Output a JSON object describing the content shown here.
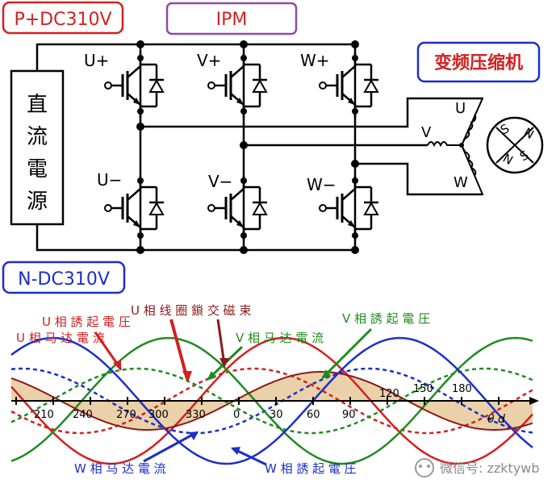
{
  "labels": {
    "p_bus": "P+DC310V",
    "n_bus": "N-DC310V",
    "ipm": "IPM",
    "compressor": "变频压缩机",
    "dc_source": [
      "直",
      "流",
      "電",
      "源"
    ]
  },
  "switches": {
    "u_high": "U+",
    "v_high": "V+",
    "w_high": "W+",
    "u_low": "U−",
    "v_low": "V−",
    "w_low": "W−"
  },
  "motor": {
    "phase_u": "U",
    "phase_v": "V",
    "phase_w": "W",
    "poles": [
      "S",
      "N",
      "N",
      "S"
    ]
  },
  "waveform": {
    "legend": {
      "u_induced_voltage": "U 相 誘 起 電 圧",
      "u_flux": "U 相 线 圈 鎖 交 磁 束",
      "u_motor_current": "U 相 马 达 電 流",
      "v_motor_current": "V 相 马 达 電 流",
      "v_induced_voltage": "V 相 誘 起 電 圧",
      "w_motor_current": "W 相 马 达 電 流",
      "w_induced_voltage": "W 相 誘 起 電 圧"
    },
    "ticks": [
      "210",
      "240",
      "270",
      "300",
      "330",
      "0",
      "30",
      "60",
      "90",
      "120",
      "150",
      "180"
    ],
    "axis_label": "θ  d",
    "colors": {
      "u_phase": "#d42020",
      "v_phase": "#1e8c1e",
      "w_phase": "#1c2fc8",
      "flux": "#8b1a1a",
      "fill": "#e8c99a"
    }
  },
  "watermark": "微信号: zzktywb"
}
